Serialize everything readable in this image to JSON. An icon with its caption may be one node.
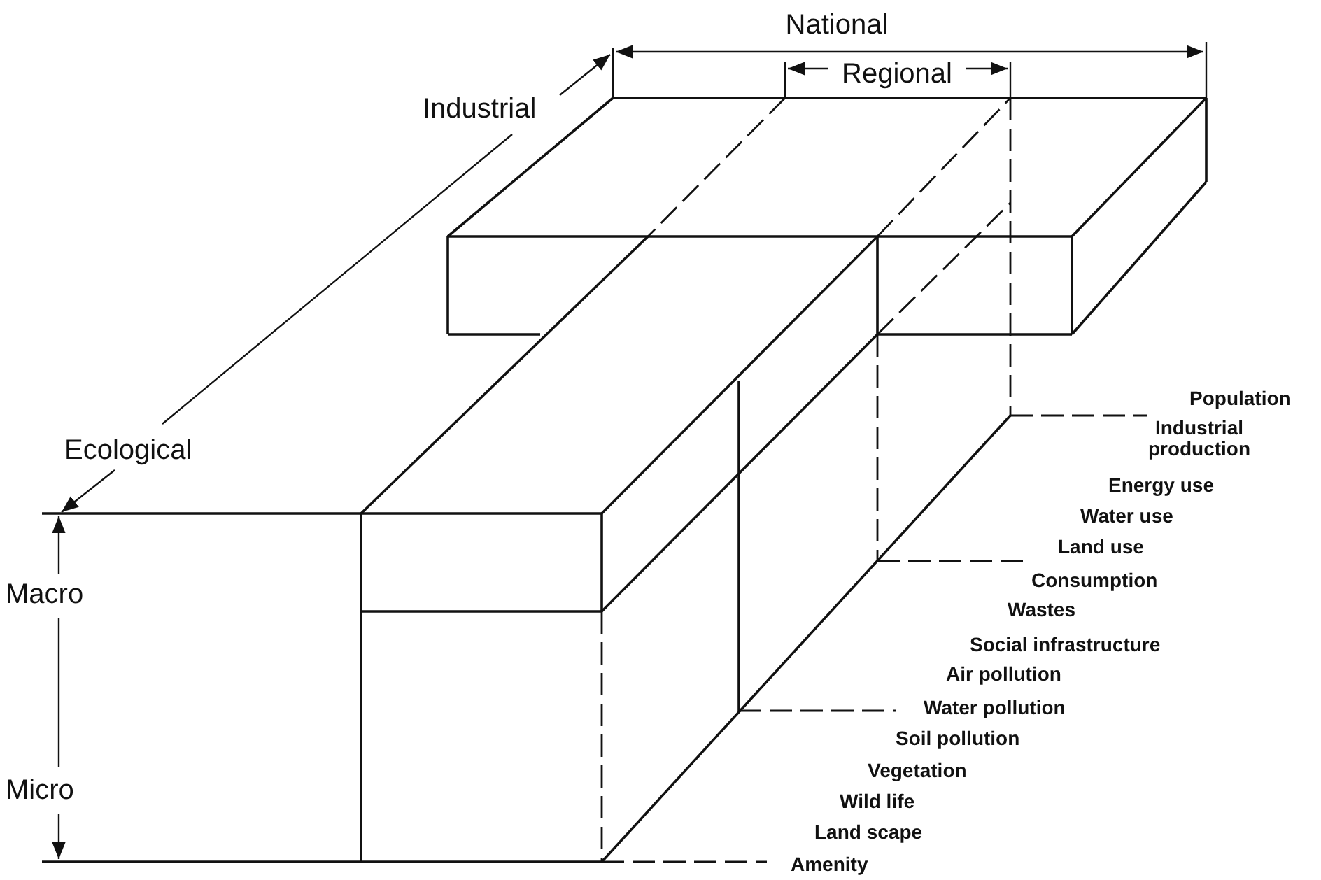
{
  "diagram": {
    "labels": [
      "National",
      "Regional",
      "Industrial",
      "Ecological",
      "Macro",
      "Micro",
      "Population",
      "Industrial production",
      "Energy use",
      "Water use",
      "Land use",
      "Consumption",
      "Wastes",
      "Social infrastructure",
      "Air pollution",
      "Water pollution",
      "Soil pollution",
      "Vegetation",
      "Wild life",
      "Land scape",
      "Amenity"
    ]
  }
}
